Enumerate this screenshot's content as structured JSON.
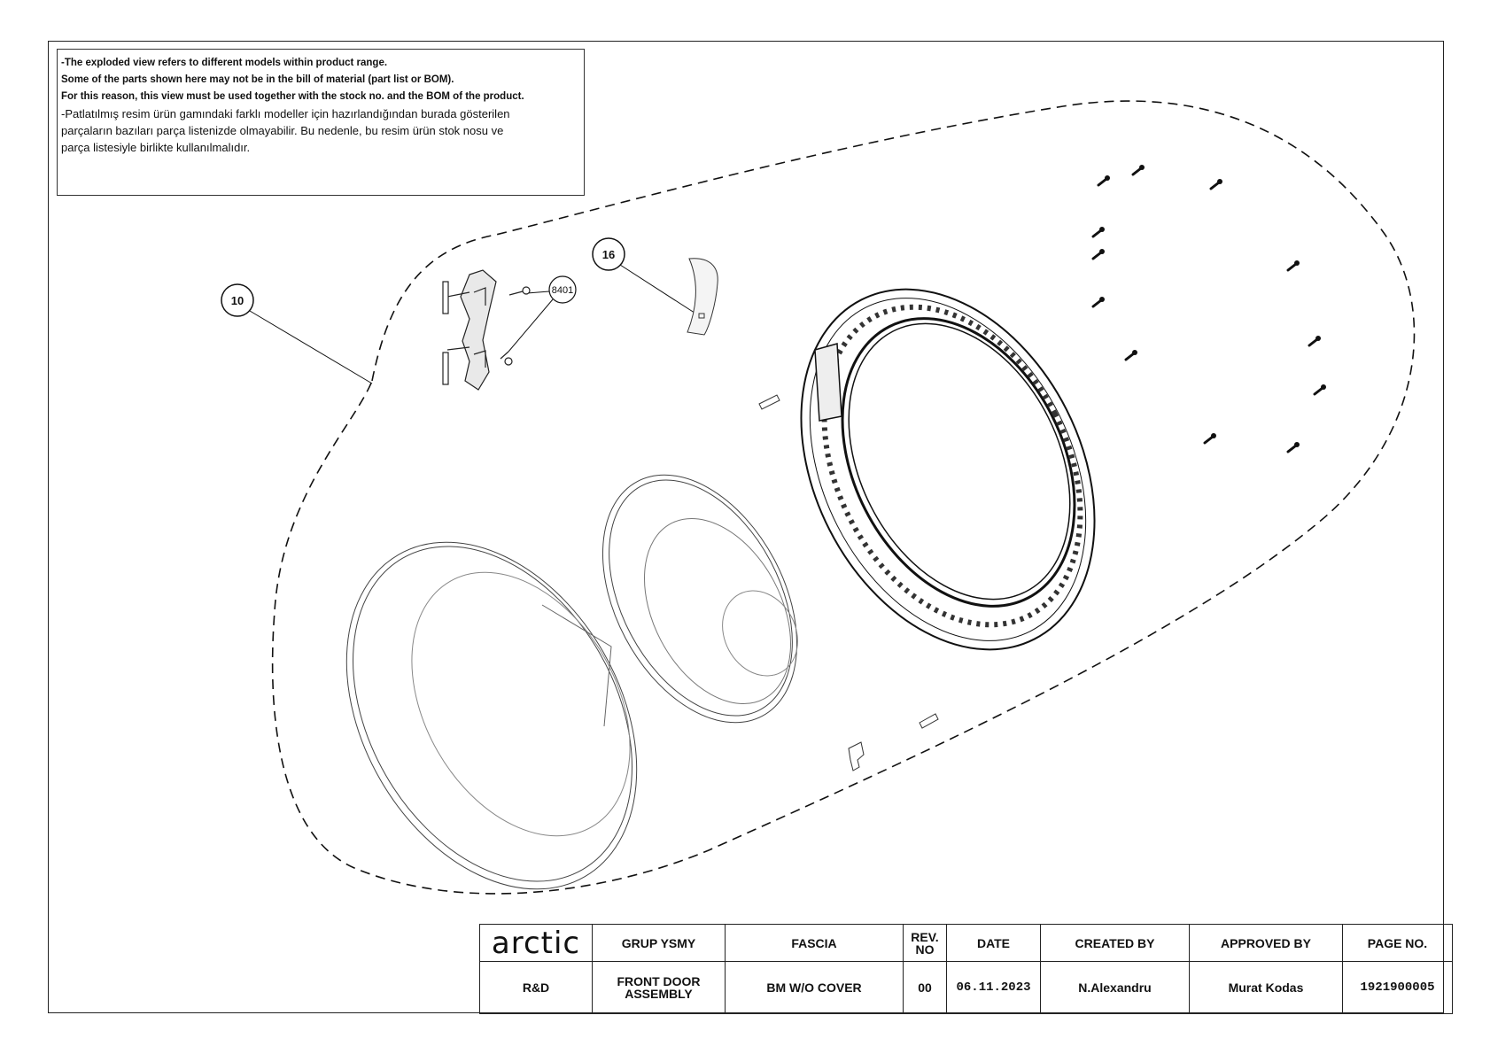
{
  "notes": {
    "line1": "-The exploded view refers to different models within product range.",
    "line2": "Some of the parts shown here may not be in the bill of material (part list or BOM).",
    "line3": "For this reason, this view must be used together with the stock no. and the BOM of the product.",
    "line4": "-Patlatılmış resim ürün gamındaki farklı modeller için hazırlandığından burada gösterilen",
    "line5": "parçaların bazıları parça listenizde olmayabilir. Bu nedenle, bu resim ürün stok nosu ve",
    "line6": "parça listesiyle birlikte kullanılmalıdır."
  },
  "callouts": {
    "c10": "10",
    "c16": "16",
    "c8401": "8401"
  },
  "titleblock": {
    "logo": "arctic",
    "group_label": "GRUP YSMY",
    "fascia_label": "FASCIA",
    "rev_label": "REV. NO",
    "date_label": "DATE",
    "created_label": "CREATED BY",
    "approved_label": "APPROVED BY",
    "page_label": "PAGE NO.",
    "dept": "R&D",
    "group_value": "FRONT DOOR ASSEMBLY",
    "fascia_value": "BM W/O COVER",
    "rev_value": "00",
    "date_value": "06.11.2023",
    "created_value": "N.Alexandru",
    "approved_value": "Murat Kodas",
    "page_value": "1921900005"
  }
}
